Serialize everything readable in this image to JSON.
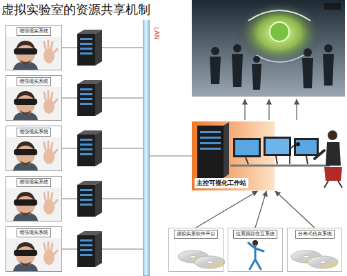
{
  "diagram": {
    "title": "虚拟实验室的资源共享机制",
    "nodes": [
      {
        "text": [
          "增强现实系统"
        ]
      },
      {
        "text": [
          "增强现实系统"
        ]
      },
      {
        "text": [
          "增强现实系统"
        ]
      },
      {
        "text": [
          "增强现实系统"
        ]
      },
      {
        "text": [
          "增强现实系统"
        ]
      },
      {
        "text": [
          "LAN"
        ]
      },
      {
        "text": [
          "主控可视化工作站"
        ]
      },
      {
        "text": [
          "虚拟实景软件平台"
        ]
      },
      {
        "text": [
          "位置跟踪交互系统"
        ]
      },
      {
        "text": [
          "分布式仿真系统"
        ]
      }
    ],
    "edges": [
      {
        "from": 0,
        "to": 5,
        "arrow": "none"
      },
      {
        "from": 1,
        "to": 5,
        "arrow": "none"
      },
      {
        "from": 2,
        "to": 5,
        "arrow": "none"
      },
      {
        "from": 3,
        "to": 5,
        "arrow": "none"
      },
      {
        "from": 4,
        "to": 5,
        "arrow": "none"
      },
      {
        "from": 6,
        "to": 5,
        "arrow": "none"
      },
      {
        "from": 7,
        "to": 6,
        "arrow": "to"
      },
      {
        "from": 8,
        "to": 6,
        "arrow": "to"
      },
      {
        "from": 9,
        "to": 6,
        "arrow": "to"
      }
    ]
  }
}
